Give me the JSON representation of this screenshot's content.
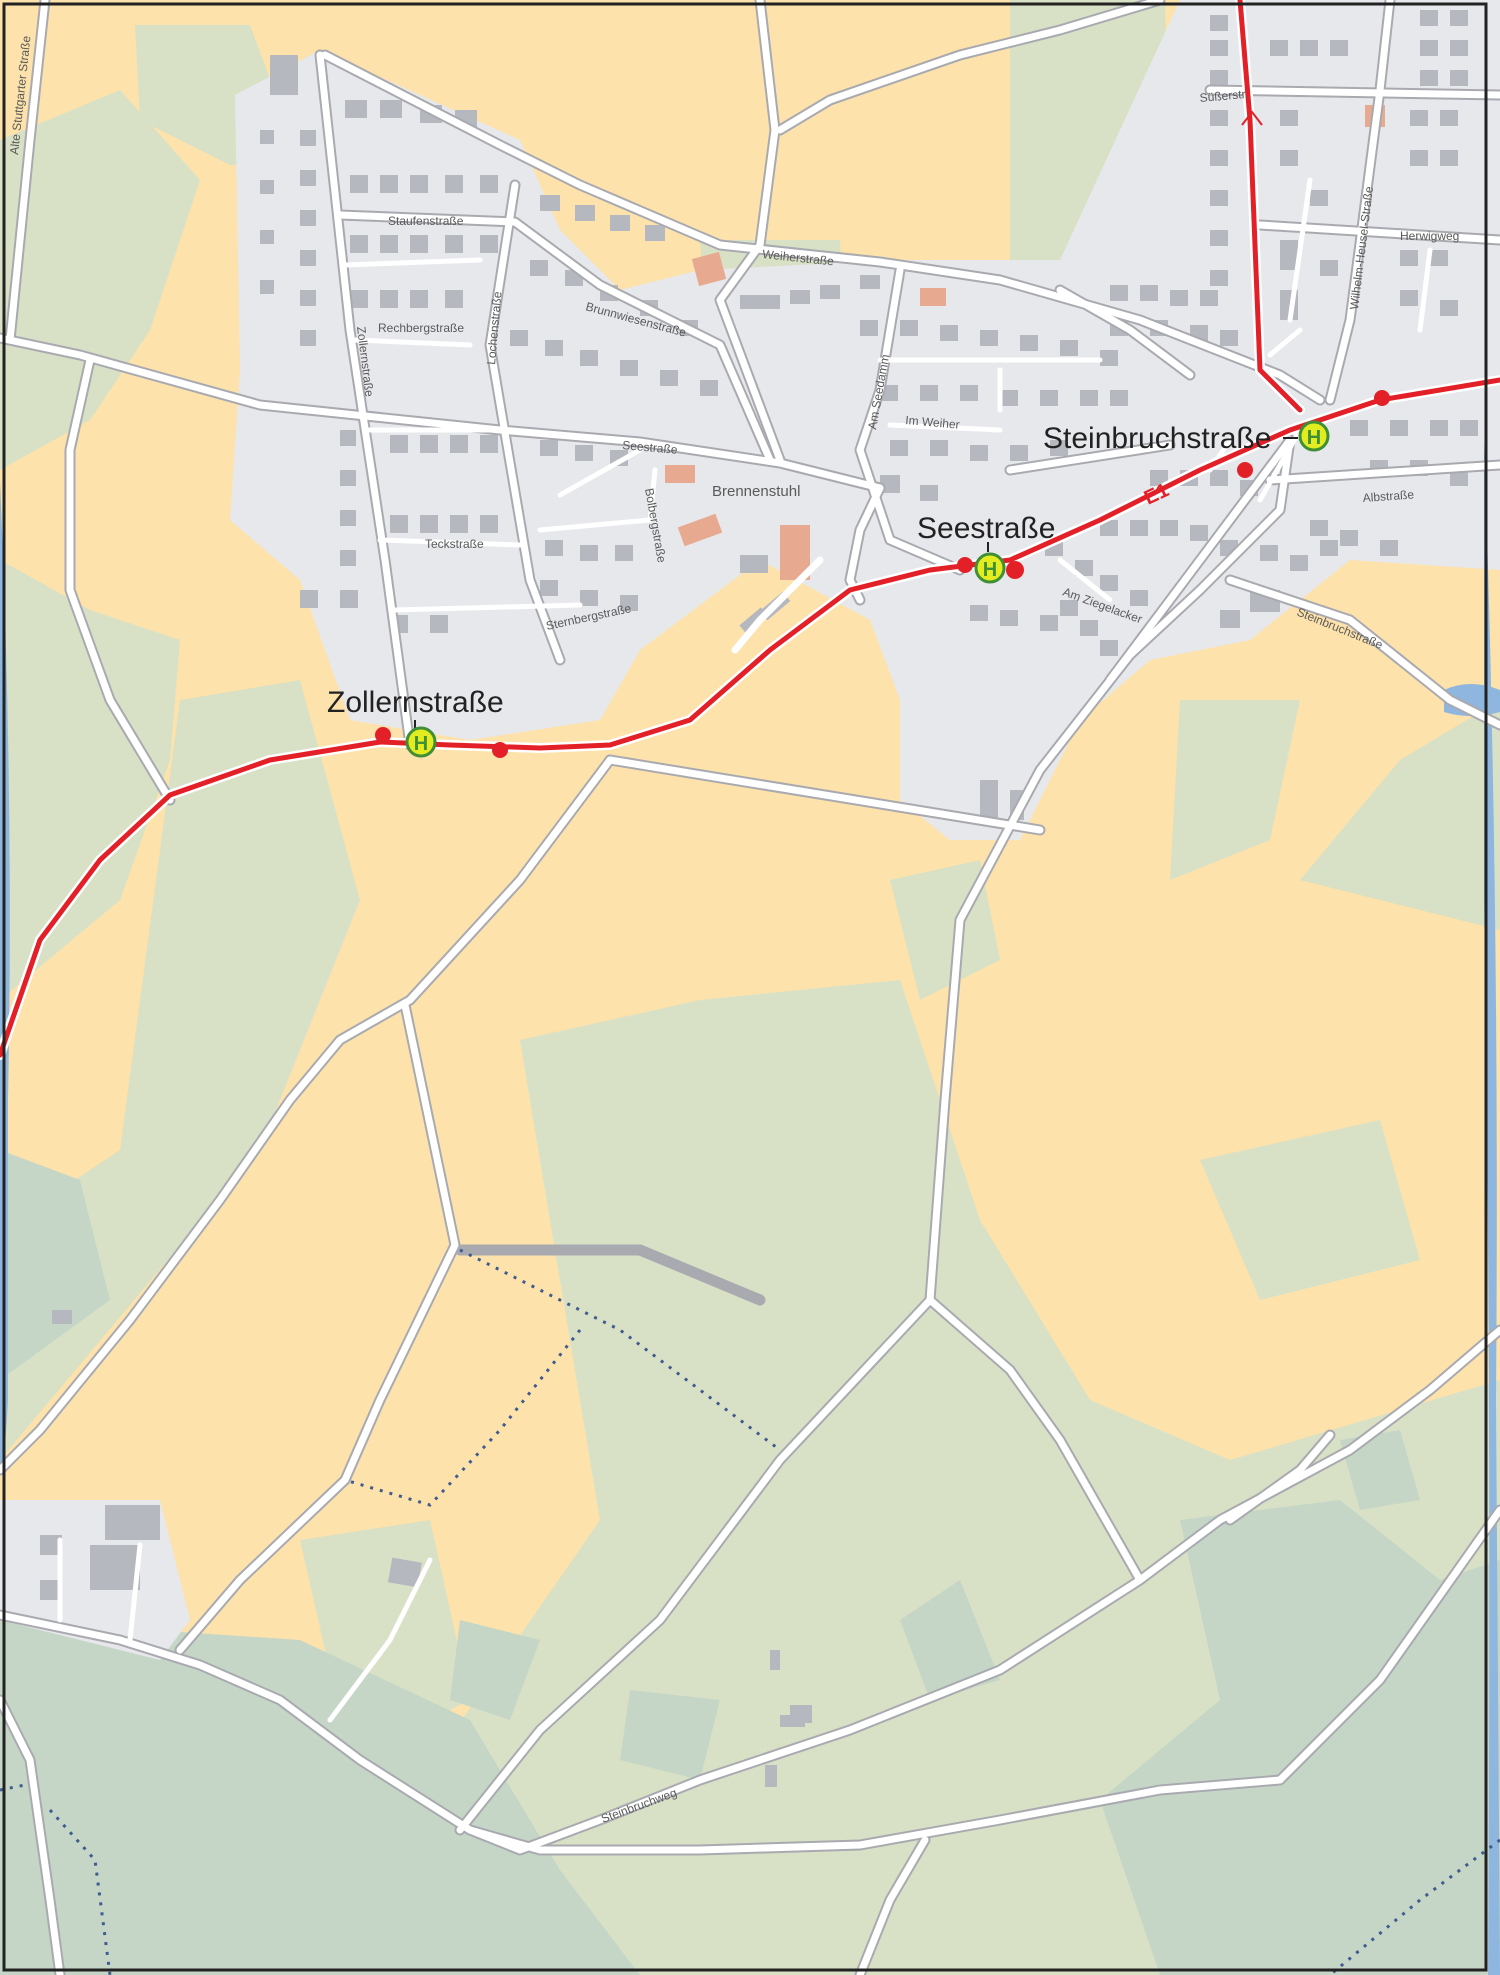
{
  "colors": {
    "field": "#fde2ab",
    "meadow": "#d8e1c6",
    "forest": "#c5d6c7",
    "settlement": "#e7e8ec",
    "building": "#b5b8bf",
    "public_building": "#e7a98f",
    "road": "#ffffff",
    "bus_route": "#e32028",
    "stop_fill": "#e3ec1f",
    "stop_ring": "#3f8f37",
    "water_edge": "#8fb6de",
    "footpath": "#3f5b8f",
    "frame": "#222222"
  },
  "route": {
    "name": "E1"
  },
  "stops": [
    {
      "name": "Zollernstraße",
      "symbol": "H",
      "icon": "bus-stop-icon"
    },
    {
      "name": "Seestraße",
      "symbol": "H",
      "icon": "bus-stop-icon"
    },
    {
      "name": "Steinbruchstraße",
      "symbol": "H",
      "icon": "bus-stop-icon"
    }
  ],
  "streets": {
    "alte_stuttgarter": "Alte Stuttgarter Straße",
    "staufenstrasse": "Staufenstraße",
    "rechbergstrasse": "Rechbergstraße",
    "zollernstrasse": "Zollernstraße",
    "lochenstrasse": "Lochenstraße",
    "brunnwiesenstrasse": "Brunnwiesenstraße",
    "weiherstrasse": "Weiherstraße",
    "am_seedamm": "Am Seedamm",
    "im_weiher": "Im Weiher",
    "seestrasse": "Seestraße",
    "brennenstuhl": "Brennenstuhl",
    "bolbergstrasse": "Bolbergstraße",
    "teckstrasse": "Teckstraße",
    "sternbergstrasse": "Sternbergstraße",
    "am_ziegelacker": "Am Ziegelacker",
    "albstrasse": "Albstraße",
    "steinbruchstrasse": "Steinbruchstraße",
    "suesserstr": "Süßerstr.",
    "wilhelm_heusel": "Wilhelm-Heusel-Straße",
    "herwigweg": "Herwigweg",
    "steinbruchweg": "Steinbruchweg"
  }
}
